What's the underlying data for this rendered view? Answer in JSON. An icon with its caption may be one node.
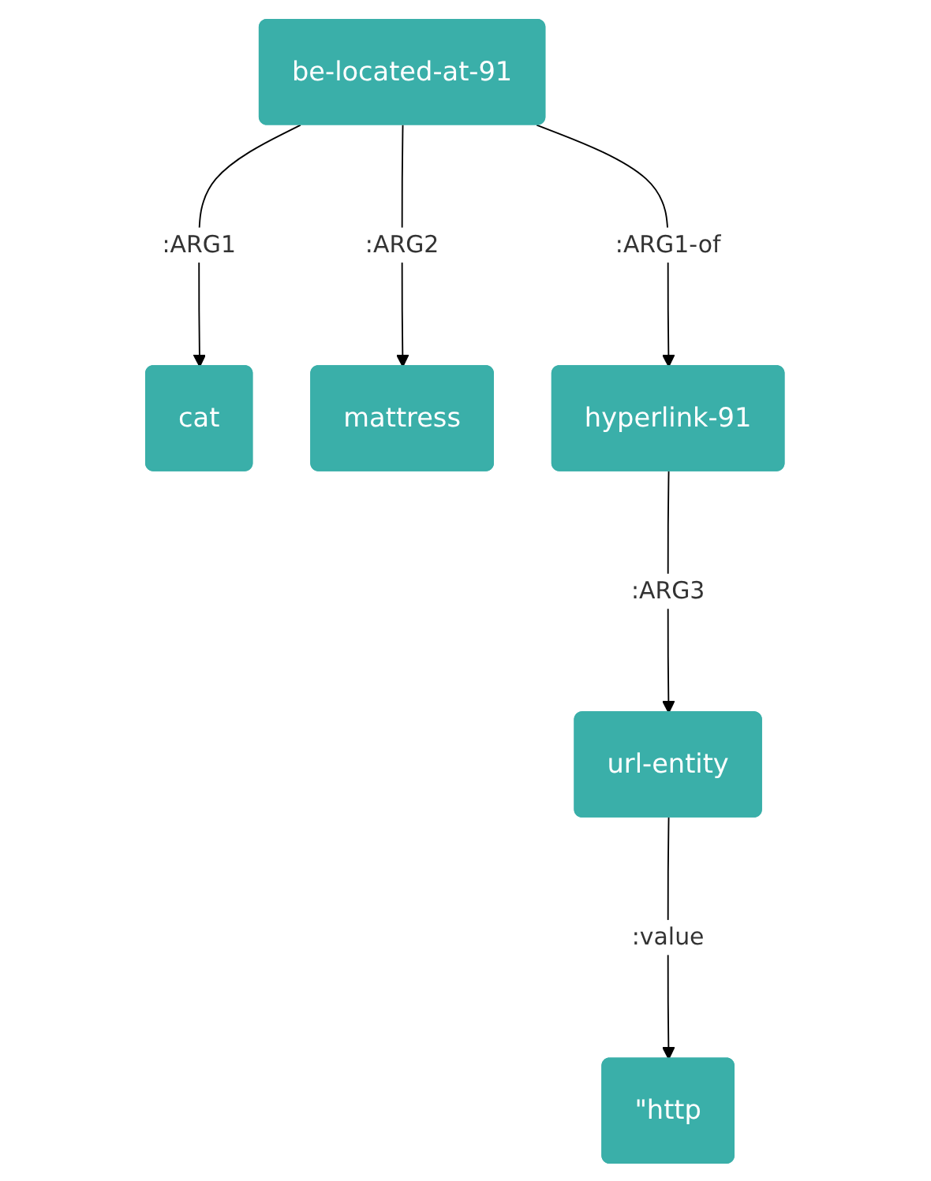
{
  "diagram": {
    "nodes": [
      {
        "text": [
          "be-located-at-91"
        ]
      },
      {
        "text": [
          "cat"
        ]
      },
      {
        "text": [
          "mattress"
        ]
      },
      {
        "text": [
          "hyperlink-91"
        ]
      },
      {
        "text": [
          "url-entity"
        ]
      },
      {
        "text": [
          "\"http"
        ]
      }
    ],
    "edges": [
      {
        "from": 0,
        "to": 1,
        "arrow": "to",
        "label": ":ARG1"
      },
      {
        "from": 0,
        "to": 2,
        "arrow": "to",
        "label": ":ARG2"
      },
      {
        "from": 0,
        "to": 3,
        "arrow": "to",
        "label": ":ARG1-of"
      },
      {
        "from": 3,
        "to": 4,
        "arrow": "to",
        "label": ":ARG3"
      },
      {
        "from": 4,
        "to": 5,
        "arrow": "to",
        "label": ":value"
      }
    ]
  }
}
